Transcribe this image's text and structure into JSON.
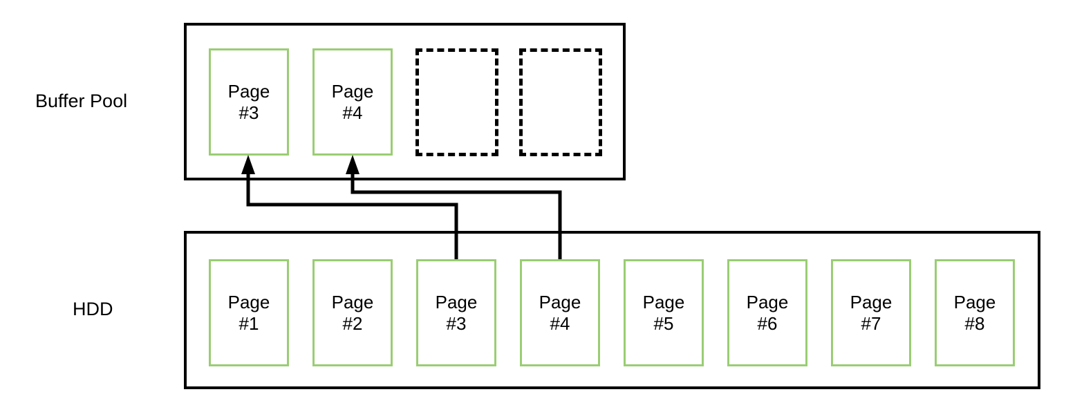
{
  "diagram": {
    "title_rows": [
      {
        "id": "buffer-pool",
        "label": "Buffer Pool"
      },
      {
        "id": "hdd",
        "label": "HDD"
      }
    ],
    "colors": {
      "page_border": "#9ACD73",
      "container_border": "#000000",
      "connector": "#000000",
      "background": "#ffffff",
      "text": "#000000"
    }
  },
  "buffer_pool": {
    "label": "Buffer Pool",
    "pages": [
      {
        "name": "Page",
        "number": "#3",
        "state": "resident"
      },
      {
        "name": "Page",
        "number": "#4",
        "state": "resident"
      }
    ],
    "empty_slots": [
      {
        "index": "1",
        "state": "empty"
      },
      {
        "index": "2",
        "state": "empty"
      }
    ]
  },
  "hdd": {
    "label": "HDD",
    "pages": [
      {
        "name": "Page",
        "number": "#1"
      },
      {
        "name": "Page",
        "number": "#2"
      },
      {
        "name": "Page",
        "number": "#3"
      },
      {
        "name": "Page",
        "number": "#4"
      },
      {
        "name": "Page",
        "number": "#5"
      },
      {
        "name": "Page",
        "number": "#6"
      },
      {
        "name": "Page",
        "number": "#7"
      },
      {
        "name": "Page",
        "number": "#8"
      }
    ]
  },
  "connectors": [
    {
      "from": "hdd-page-3",
      "to": "buffer-pool-page-3",
      "direction": "up"
    },
    {
      "from": "hdd-page-4",
      "to": "buffer-pool-page-4",
      "direction": "up"
    }
  ]
}
